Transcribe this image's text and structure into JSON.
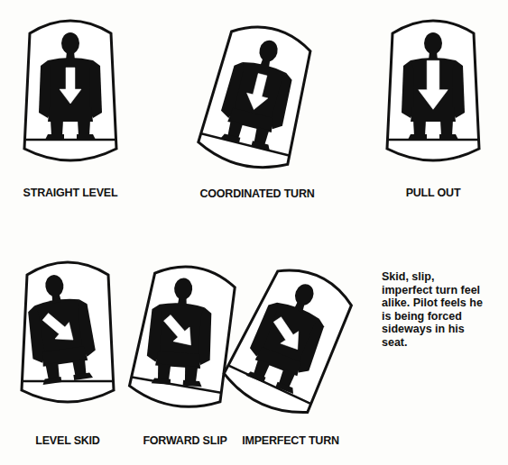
{
  "diagram": {
    "nodes": [
      {
        "text": [
          "STRAIGHT LEVEL"
        ]
      },
      {
        "text": [
          "COORDINATED TURN"
        ]
      },
      {
        "text": [
          "PULL OUT"
        ]
      },
      {
        "text": [
          "LEVEL SKID"
        ]
      },
      {
        "text": [
          "FORWARD SLIP"
        ]
      },
      {
        "text": [
          "IMPERFECT TURN"
        ]
      }
    ],
    "labels": [
      "Skid, slip, imperfect turn feel alike. Pilot feels he is being forced sideways in his seat."
    ]
  }
}
